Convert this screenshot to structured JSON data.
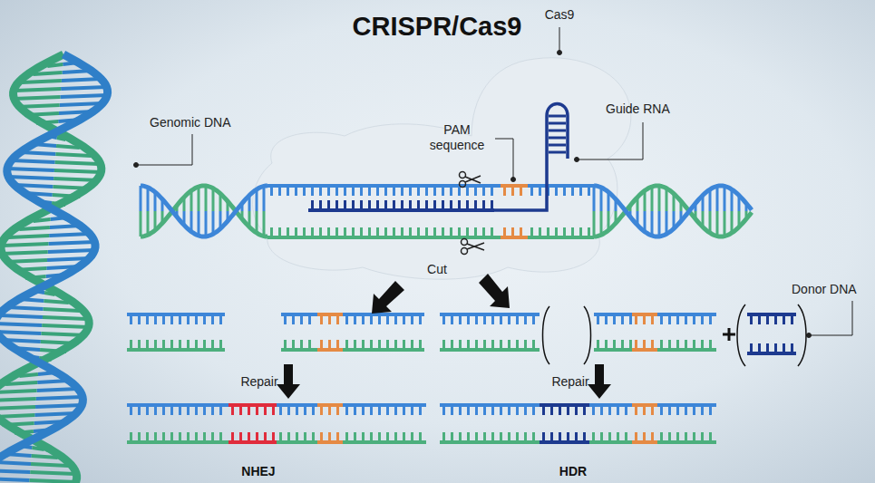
{
  "diagram": {
    "title": "CRISPR/Cas9",
    "labels": [
      "Cas9",
      "Genomic DNA",
      "PAM sequence",
      "Guide RNA",
      "Cut",
      "Donor DNA",
      "Repair",
      "Repair",
      "NHEJ",
      "HDR"
    ]
  }
}
